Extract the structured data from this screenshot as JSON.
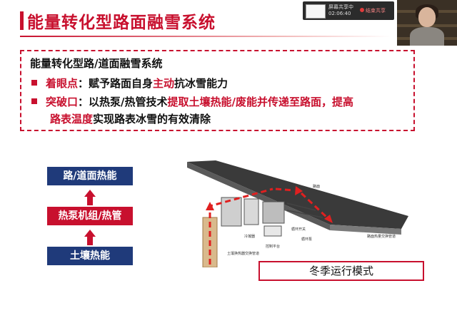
{
  "slide": {
    "title": "能量转化型路面融雪系统",
    "box_heading": "能量转化型路/道面融雪系统",
    "point1_label": "着眼点",
    "point1_text_a": "：赋予路面自身",
    "point1_highlight": "主动",
    "point1_text_b": "抗冰雪能力",
    "point2_label": "突破口",
    "point2_text_a": "：以热泵/热管技术",
    "point2_highlight_a": "提取土壤热能/废能并传递至路面，提高",
    "point2_highlight_b": "路表温度",
    "point2_text_b": "实现路表冰雪的有效清除"
  },
  "flow": {
    "top": "路/道面热能",
    "middle": "热泵机组/热管",
    "bottom": "土壤热能"
  },
  "diagram": {
    "mode_label": "冬季运行模式",
    "labels": {
      "l1": "路面",
      "l2": "冷凝器",
      "l3": "循环开关",
      "l4": "循环泵",
      "l5": "控制平台",
      "l6": "土壤换热器交换管道",
      "l7": "路面热量交换管道"
    }
  },
  "share": {
    "line1": "屏幕共享中",
    "line2": "02:06:40",
    "stop": "结束共享"
  },
  "colors": {
    "accent": "#c8102e",
    "navy": "#1f3a7a"
  }
}
